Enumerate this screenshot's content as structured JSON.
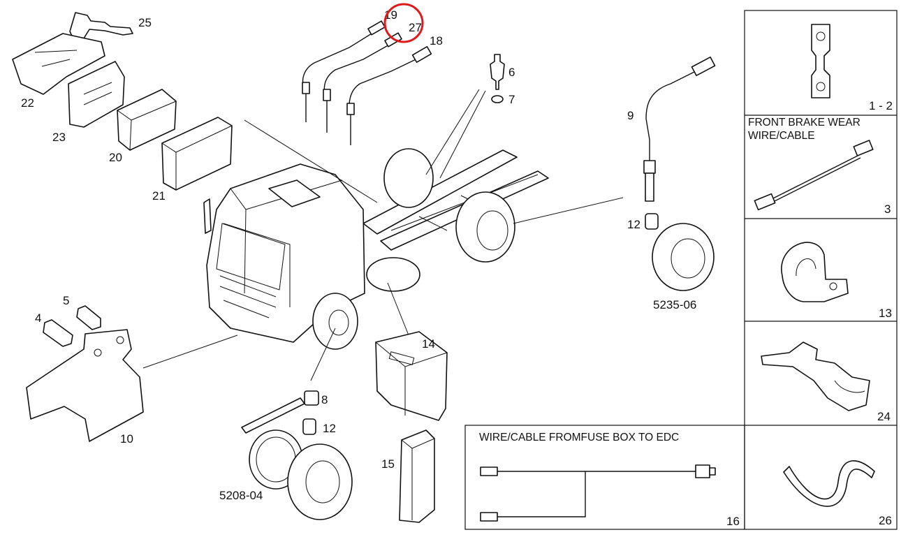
{
  "labels": {
    "p25": "25",
    "p22": "22",
    "p23": "23",
    "p20": "20",
    "p21": "21",
    "p19": "19",
    "p27": "27",
    "p18": "18",
    "p6": "6",
    "p7": "7",
    "p9": "9",
    "p12a": "12",
    "p5235": "5235-06",
    "p4": "4",
    "p5": "5",
    "p10": "10",
    "p8": "8",
    "p12b": "12",
    "p5208": "5208-04",
    "p14": "14",
    "p15": "15"
  },
  "panels": {
    "p12": {
      "number": "1 - 2"
    },
    "p3": {
      "title_line1": "FRONT BRAKE WEAR",
      "title_line2": "WIRE/CABLE",
      "number": "3"
    },
    "p13": {
      "number": "13"
    },
    "p24": {
      "number": "24"
    },
    "p26": {
      "number": "26"
    },
    "p16": {
      "title": "WIRE/CABLE FROMFUSE BOX TO EDC",
      "number": "16"
    }
  },
  "colors": {
    "highlight": "#e0191b",
    "ink": "#111111"
  }
}
